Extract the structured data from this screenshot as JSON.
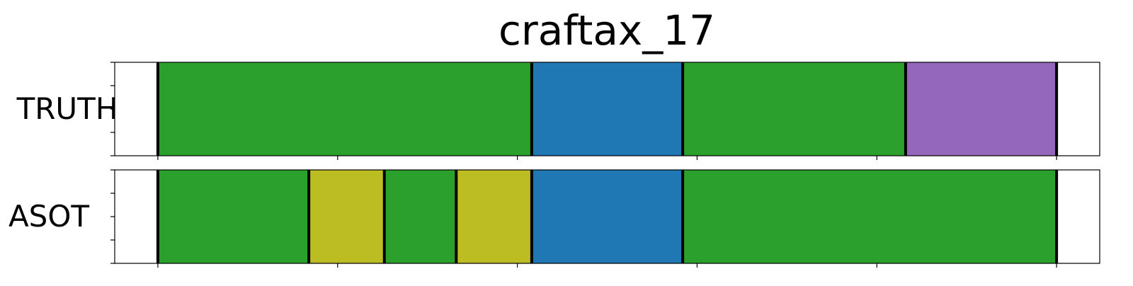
{
  "chart_data": {
    "type": "segmentation",
    "title": "craftax_17",
    "x_range": [
      -12,
      262
    ],
    "tick_positions": [
      0,
      50,
      100,
      150,
      200,
      250
    ],
    "rows": [
      {
        "label": "TRUTH",
        "segments": [
          {
            "start": 0,
            "end": 104,
            "color": "#2ca02c"
          },
          {
            "start": 104,
            "end": 146,
            "color": "#1f77b4"
          },
          {
            "start": 146,
            "end": 208,
            "color": "#2ca02c"
          },
          {
            "start": 208,
            "end": 250,
            "color": "#9467bd"
          }
        ]
      },
      {
        "label": "ASOT",
        "segments": [
          {
            "start": 0,
            "end": 42,
            "color": "#2ca02c"
          },
          {
            "start": 42,
            "end": 63,
            "color": "#bcbd22"
          },
          {
            "start": 63,
            "end": 83,
            "color": "#2ca02c"
          },
          {
            "start": 83,
            "end": 104,
            "color": "#bcbd22"
          },
          {
            "start": 104,
            "end": 146,
            "color": "#1f77b4"
          },
          {
            "start": 146,
            "end": 250,
            "color": "#2ca02c"
          }
        ]
      }
    ]
  }
}
